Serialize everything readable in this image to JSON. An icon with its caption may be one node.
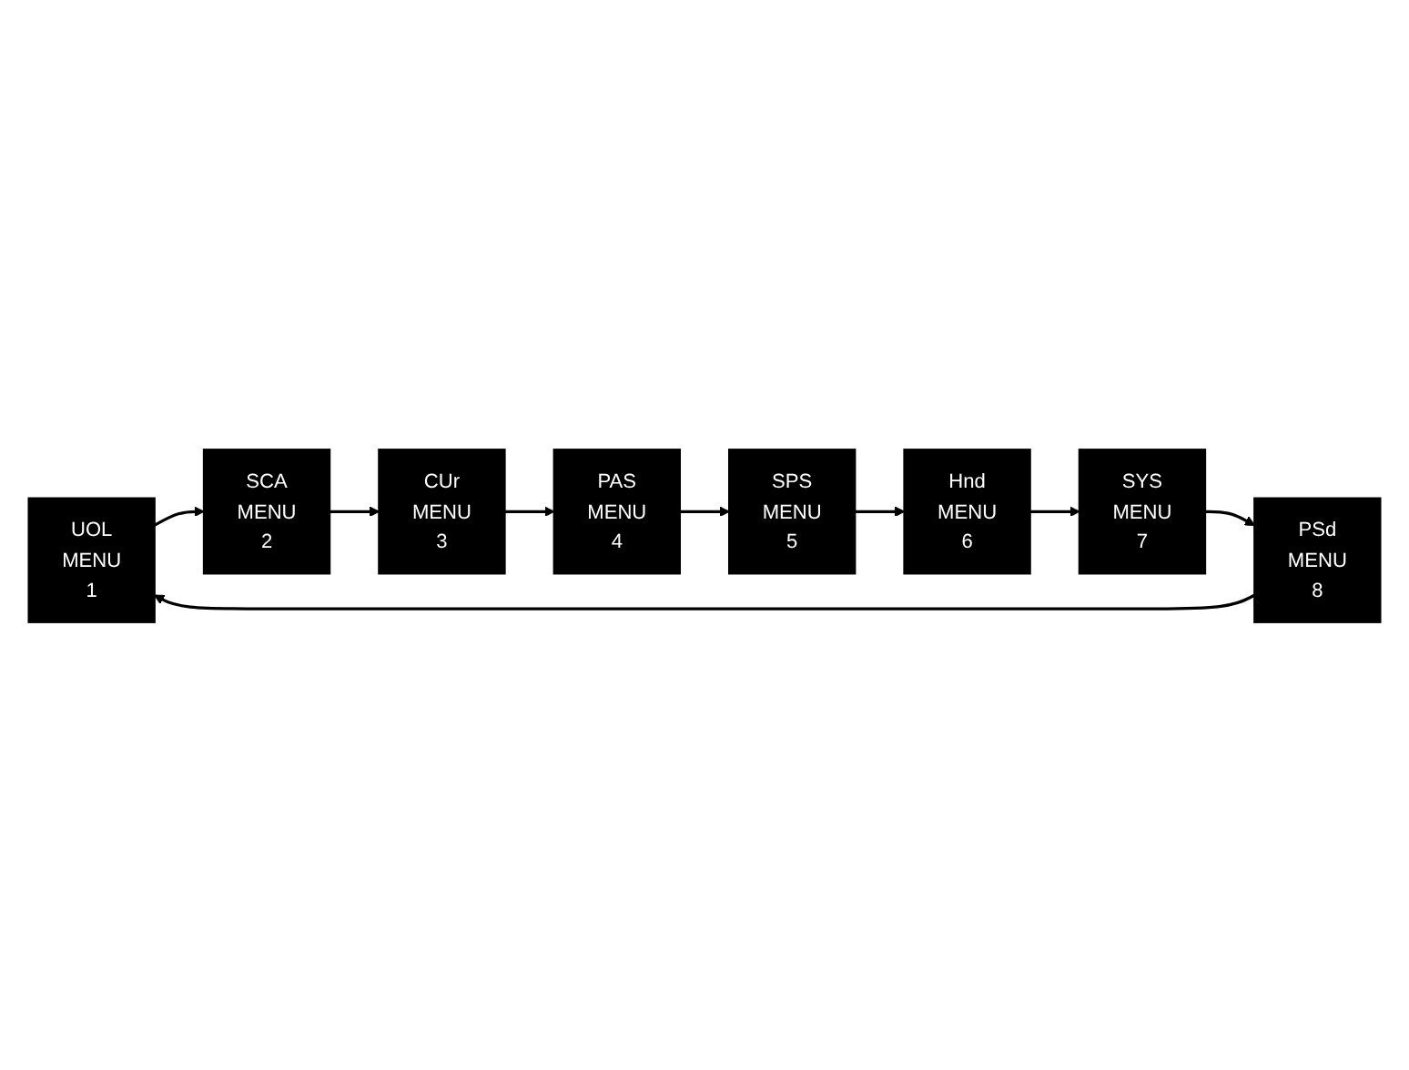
{
  "diagram": {
    "nodes": [
      {
        "text": [
          "UOL",
          "MENU",
          "1"
        ]
      },
      {
        "text": [
          "SCA",
          "MENU",
          "2"
        ]
      },
      {
        "text": [
          "CUr",
          "MENU",
          "3"
        ]
      },
      {
        "text": [
          "PAS",
          "MENU",
          "4"
        ]
      },
      {
        "text": [
          "SPS",
          "MENU",
          "5"
        ]
      },
      {
        "text": [
          "Hnd",
          "MENU",
          "6"
        ]
      },
      {
        "text": [
          "SYS",
          "MENU",
          "7"
        ]
      },
      {
        "text": [
          "PSd",
          "MENU",
          "8"
        ]
      }
    ],
    "edges": [
      {
        "from": 0,
        "to": 1,
        "arrow": "to"
      },
      {
        "from": 1,
        "to": 2,
        "arrow": "to"
      },
      {
        "from": 2,
        "to": 3,
        "arrow": "to"
      },
      {
        "from": 3,
        "to": 4,
        "arrow": "to"
      },
      {
        "from": 4,
        "to": 5,
        "arrow": "to"
      },
      {
        "from": 5,
        "to": 6,
        "arrow": "to"
      },
      {
        "from": 6,
        "to": 7,
        "arrow": "to"
      },
      {
        "from": 7,
        "to": 0,
        "arrow": "to"
      }
    ]
  }
}
